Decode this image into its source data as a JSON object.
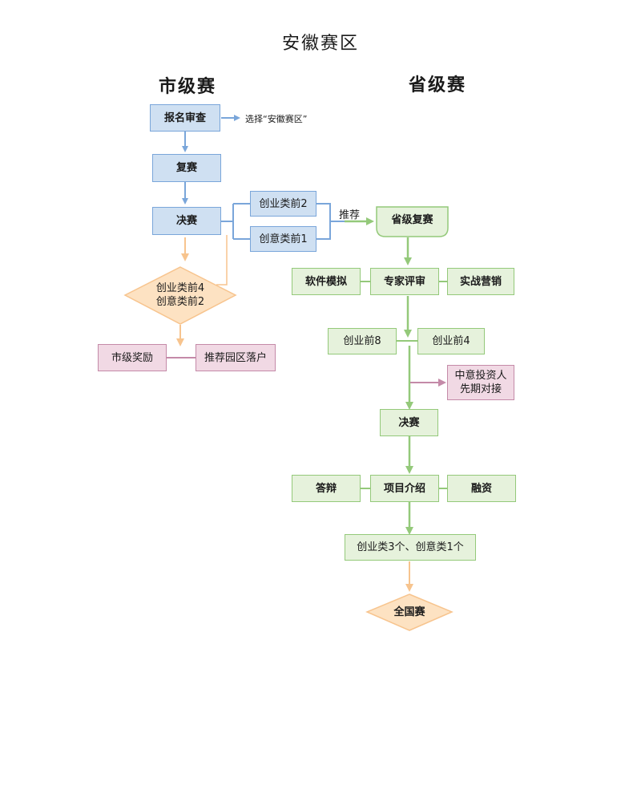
{
  "title": "安徽赛区",
  "city": {
    "heading": "市级赛",
    "signup": "报名审查",
    "signup_note": "选择“安徽赛区”",
    "semifinal": "复赛",
    "final": "决赛",
    "top_diamond_line1": "创业类前4",
    "top_diamond_line2": "创意类前2",
    "award": "市级奖励",
    "settle": "推荐园区落户"
  },
  "province": {
    "heading": "省级赛",
    "startup_top2": "创业类前2",
    "idea_top1": "创意类前1",
    "recommend": "推荐",
    "semifinal": "省级复赛",
    "software_sim": "软件模拟",
    "expert_review": "专家评审",
    "marketing": "实战营销",
    "startup_top8": "创业前8",
    "startup_top4": "创业前4",
    "investor_line1": "中意投资人",
    "investor_line2": "先期对接",
    "final": "决赛",
    "defense": "答辩",
    "project_intro": "项目介绍",
    "financing": "融资",
    "result": "创业类3个、创意类1个",
    "national": "全国赛"
  },
  "colors": {
    "blue_fill": "#cfe0f2",
    "blue_line": "#7aa6da",
    "green_fill": "#e6f2dc",
    "green_line": "#94c97a",
    "pink_fill": "#f1d9e4",
    "pink_line": "#c48aa8",
    "orange_fill": "#fde2c2",
    "orange_line": "#f7c48e"
  }
}
